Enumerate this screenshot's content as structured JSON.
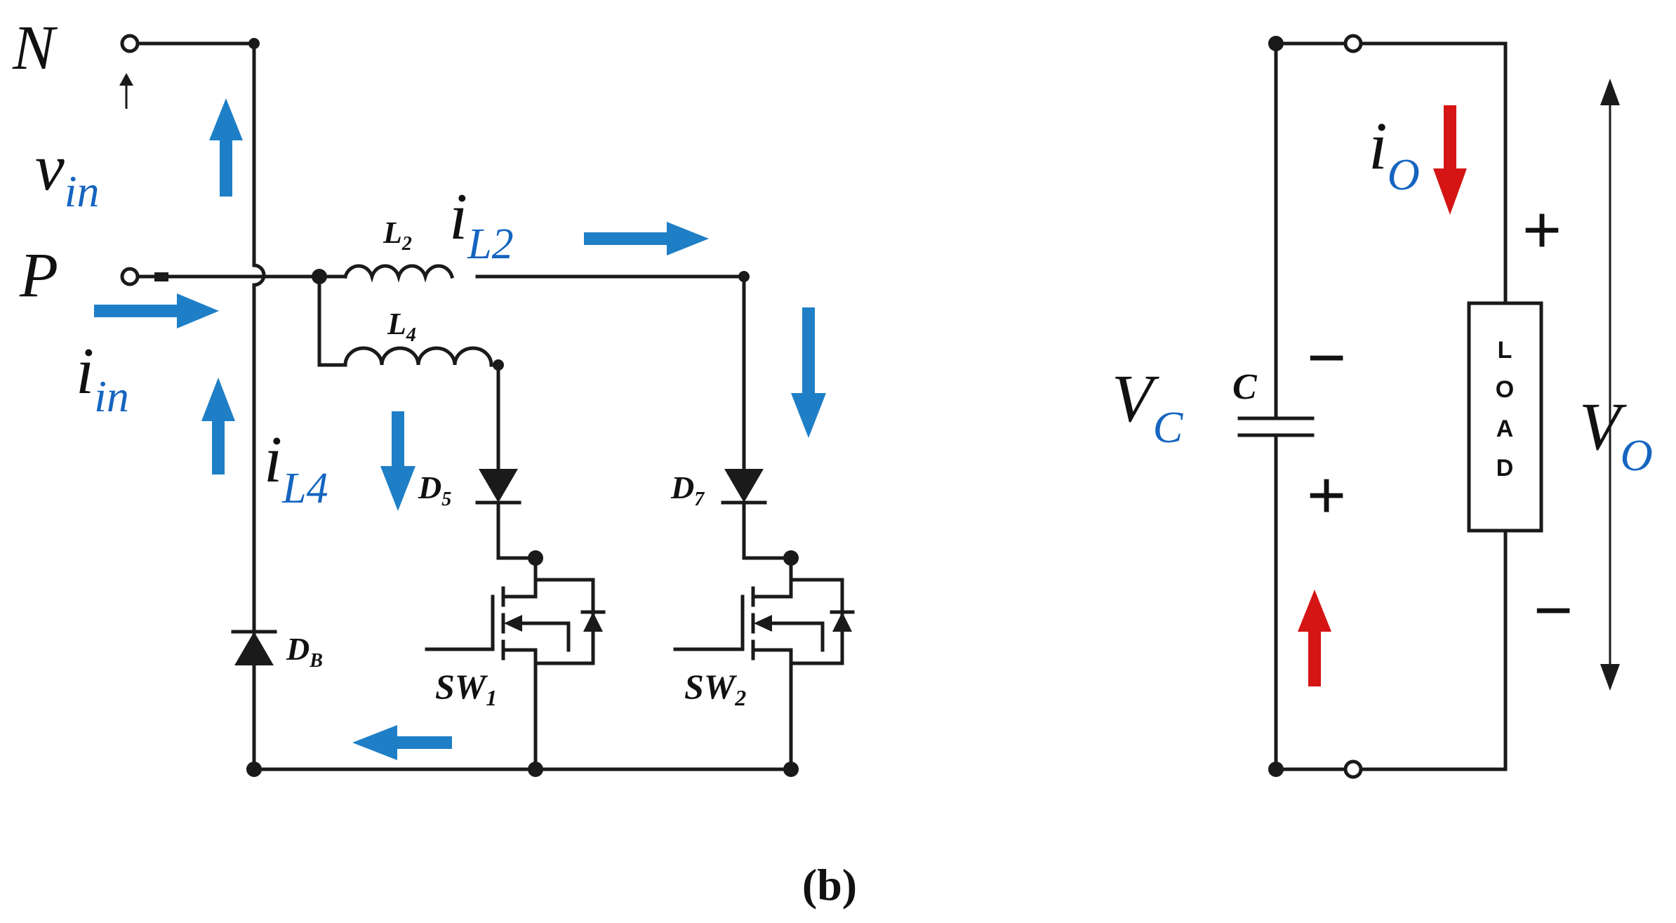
{
  "figure": {
    "caption": "(b)"
  },
  "labels": {
    "N": "N",
    "P": "P",
    "vin": {
      "main": "v",
      "sub": "in"
    },
    "iin": {
      "main": "i",
      "sub": "in"
    },
    "iL2": {
      "main": "i",
      "sub": "L2"
    },
    "iL4": {
      "main": "i",
      "sub": "L4"
    },
    "iO": {
      "main": "i",
      "sub": "O"
    },
    "Vc": {
      "main": "V",
      "sub": "C"
    },
    "VO": {
      "main": "V",
      "sub": "O"
    }
  },
  "components": {
    "L2": {
      "letter": "L",
      "num": "2"
    },
    "L4": {
      "letter": "L",
      "num": "4"
    },
    "D5": {
      "letter": "D",
      "num": "5"
    },
    "D7": {
      "letter": "D",
      "num": "7"
    },
    "DB": {
      "letter": "D",
      "num": "B"
    },
    "SW1": {
      "letter": "SW",
      "num": "1"
    },
    "SW2": {
      "letter": "SW",
      "num": "2"
    },
    "C": "C",
    "load": [
      "L",
      "O",
      "A",
      "D"
    ]
  },
  "polarity": {
    "cap_top": "−",
    "cap_bottom": "+",
    "load_top": "+",
    "load_bottom": "−"
  },
  "colors": {
    "wire": "#1a1a1a",
    "arrow_blue": "#1f7fc6",
    "arrow_red": "#d51414",
    "subscript": "#1565c0"
  }
}
